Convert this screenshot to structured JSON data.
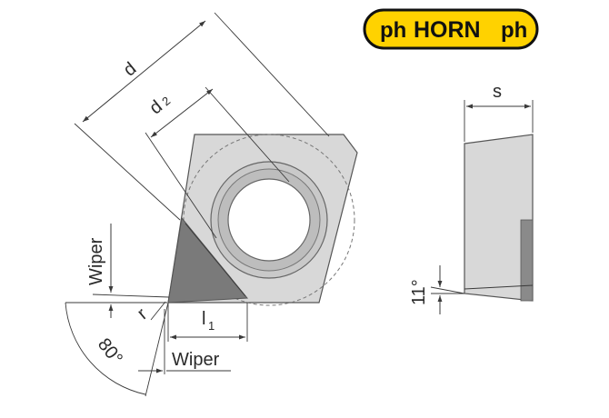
{
  "brand": {
    "logo_left": "ph",
    "logo_name": "HORN",
    "logo_right": "ph",
    "bg_color": "#ffd200",
    "fg_color": "#111111"
  },
  "labels": {
    "d": "d",
    "d2_main": "d",
    "d2_sub": "2",
    "s": "s",
    "wiper_vertical": "Wiper",
    "wiper_horizontal": "Wiper",
    "r": "r",
    "l1_main": "l",
    "l1_sub": "1",
    "angle_80": "80°",
    "angle_11": "11°"
  },
  "colors": {
    "insert_fill": "#d8d8d8",
    "insert_stroke": "#555555",
    "cutting_edge": "#7a7a7a",
    "side_dark": "#8a8a8a",
    "dim_line": "#3a3a3a"
  }
}
